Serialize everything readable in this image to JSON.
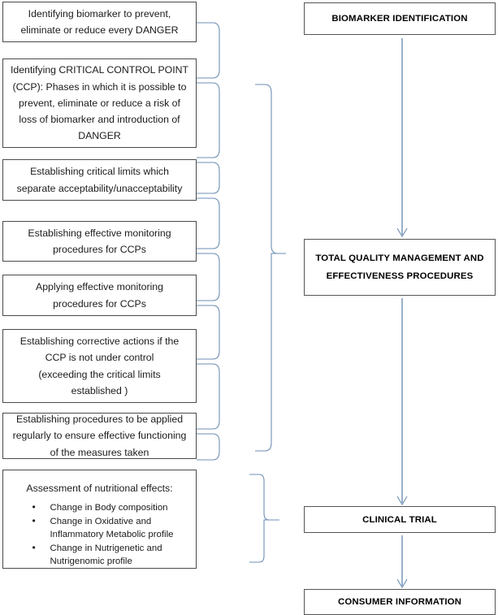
{
  "diagram": {
    "title": "Biomarker identification HACCP-style flowchart",
    "accent_color": "#6e8fb4",
    "box_border_color": "#4a4a4a",
    "left_boxes": [
      {
        "id": "identify-biomarker",
        "lines": [
          "Identifying biomarker to prevent,",
          "eliminate or reduce every DANGER"
        ]
      },
      {
        "id": "identify-ccp",
        "lines": [
          "Identifying CRITICAL CONTROL POINT",
          "(CCP): Phases in which it is possible to",
          "prevent, eliminate or reduce a risk of",
          "loss of biomarker and introduction of",
          "DANGER"
        ]
      },
      {
        "id": "critical-limits",
        "lines": [
          "Establishing critical limits which",
          "separate acceptability/unacceptability"
        ]
      },
      {
        "id": "establish-monitoring",
        "lines": [
          "Establishing effective monitoring",
          "procedures for CCPs"
        ]
      },
      {
        "id": "apply-monitoring",
        "lines": [
          "Applying effective monitoring",
          "procedures for CCPs"
        ]
      },
      {
        "id": "corrective-actions",
        "lines": [
          "Establishing corrective actions if the",
          "CCP is not under control",
          "(exceeding the critical limits",
          "established )"
        ]
      },
      {
        "id": "verification-procedures",
        "lines": [
          "Establishing procedures to be applied",
          "regularly to ensure effective functioning",
          "of the measures taken"
        ]
      }
    ],
    "assessment_box": {
      "id": "nutritional-assessment",
      "heading": "Assessment of nutritional effects:",
      "bullets": [
        {
          "line1": "Change in Body composition",
          "line2": ""
        },
        {
          "line1": "Change in Oxidative and",
          "line2": "Inflammatory Metabolic profile"
        },
        {
          "line1": "Change in Nutrigenetic and",
          "line2": "Nutrigenomic profile"
        }
      ]
    },
    "right_boxes": [
      {
        "id": "biomarker-identification",
        "lines": [
          "BIOMARKER IDENTIFICATION"
        ]
      },
      {
        "id": "total-quality-management",
        "lines": [
          "TOTAL QUALITY MANAGEMENT AND",
          "EFFECTIVENESS PROCEDURES"
        ]
      },
      {
        "id": "clinical-trial",
        "lines": [
          "CLINICAL TRIAL"
        ]
      },
      {
        "id": "consumer-information",
        "lines": [
          "CONSUMER INFORMATION"
        ]
      }
    ]
  }
}
